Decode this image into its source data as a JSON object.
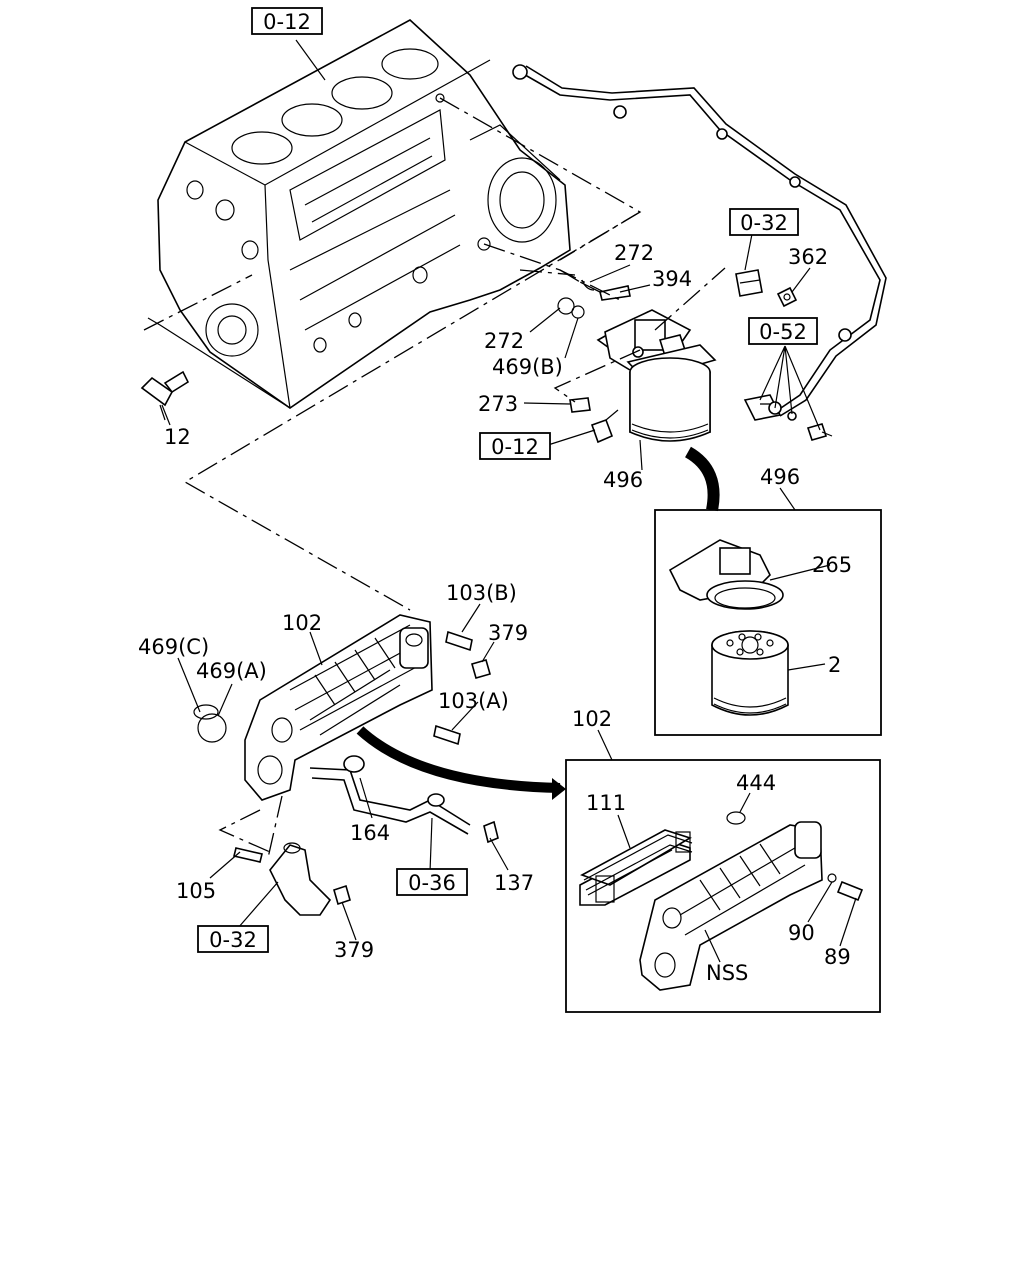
{
  "diagram": {
    "ref_boxes": {
      "block_ref": "0-12",
      "sensor_ref": "0-12",
      "bracket_ref": "0-32",
      "pipe_ref": "0-52",
      "lower_ref": "0-32",
      "oil_pipe_ref": "0-36"
    },
    "callouts": {
      "c12": "12",
      "c272_top": "272",
      "c394": "394",
      "c272_left": "272",
      "c469b": "469(B)",
      "c273": "273",
      "c362": "362",
      "c496": "496",
      "c496_inset": "496",
      "c265": "265",
      "c2": "2",
      "c102": "102",
      "c103b": "103(B)",
      "c379_top": "379",
      "c103a": "103(A)",
      "c469c": "469(C)",
      "c469a": "469(A)",
      "c164": "164",
      "c105": "105",
      "c137": "137",
      "c379_bottom": "379",
      "c102_inset": "102",
      "c111": "111",
      "c444": "444",
      "c90": "90",
      "c89": "89",
      "cnss": "NSS"
    }
  }
}
